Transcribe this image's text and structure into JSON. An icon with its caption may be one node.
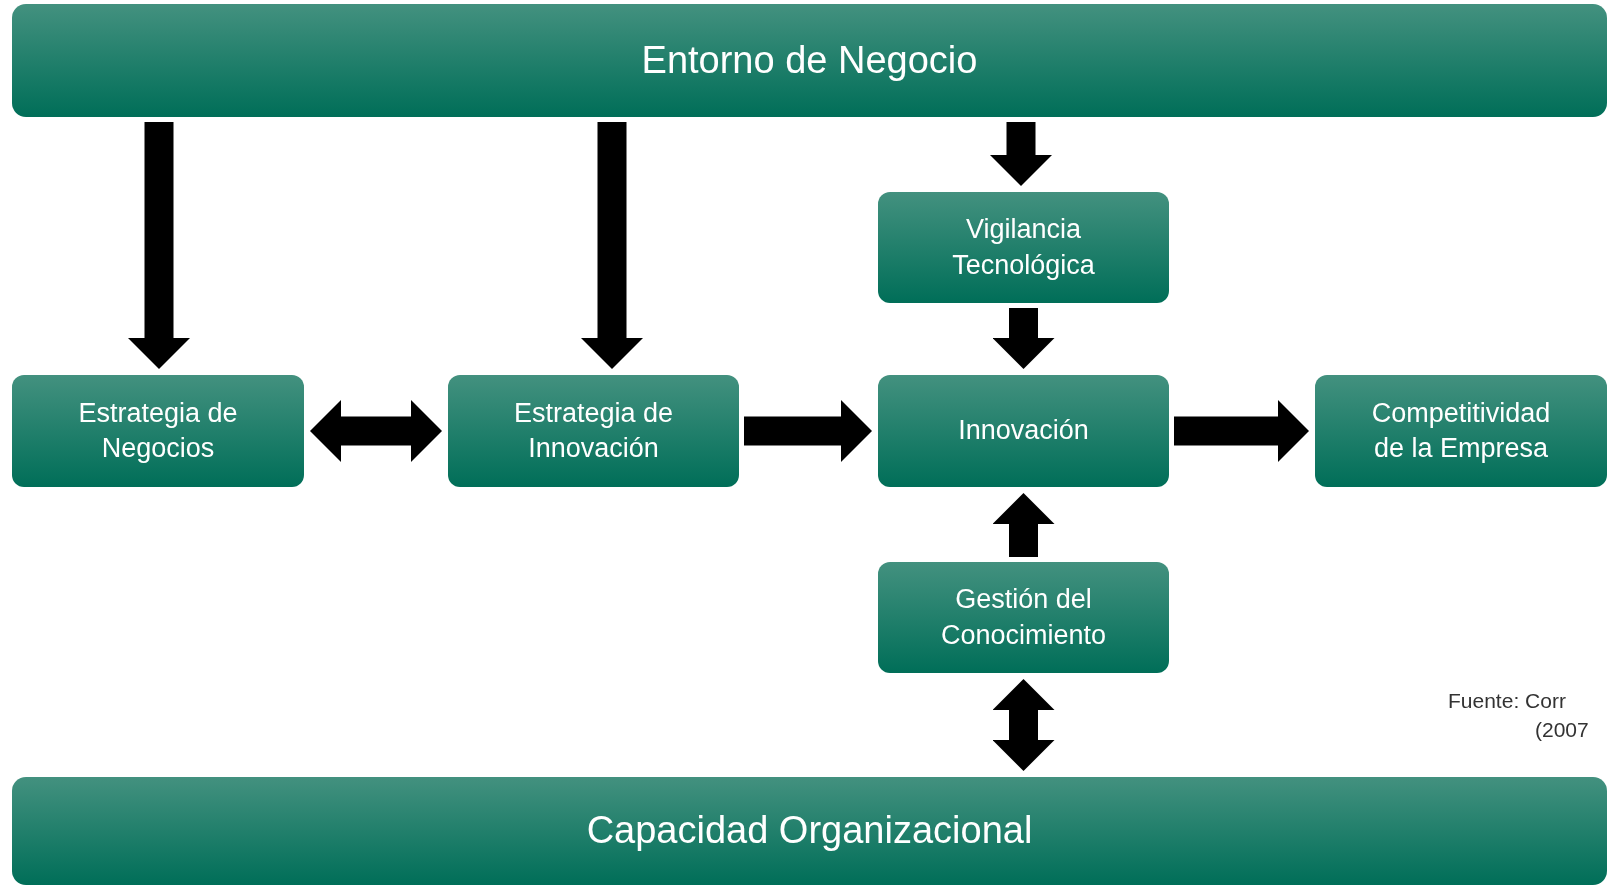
{
  "diagram": {
    "nodes": [
      {
        "text": [
          "Entorno de Negocio"
        ]
      },
      {
        "text": [
          "Vigilancia Tecnológica"
        ]
      },
      {
        "text": [
          "Estrategia de Negocios"
        ]
      },
      {
        "text": [
          "Estrategia de Innovación"
        ]
      },
      {
        "text": [
          "Innovación"
        ]
      },
      {
        "text": [
          "Competitividad de la Empresa"
        ]
      },
      {
        "text": [
          "Gestión del Conocimiento"
        ]
      },
      {
        "text": [
          "Capacidad Organizacional"
        ]
      }
    ],
    "edges": [
      {
        "from": 0,
        "to": 2,
        "arrow": "to"
      },
      {
        "from": 0,
        "to": 3,
        "arrow": "to"
      },
      {
        "from": 0,
        "to": 1,
        "arrow": "to"
      },
      {
        "from": 2,
        "to": 3,
        "arrow": "both"
      },
      {
        "from": 3,
        "to": 4,
        "arrow": "to"
      },
      {
        "from": 1,
        "to": 4,
        "arrow": "to"
      },
      {
        "from": 4,
        "to": 5,
        "arrow": "to"
      },
      {
        "from": 6,
        "to": 4,
        "arrow": "to"
      },
      {
        "from": 6,
        "to": 7,
        "arrow": "both"
      }
    ],
    "labels": [
      "Fuente: Corr",
      "(2007"
    ]
  }
}
